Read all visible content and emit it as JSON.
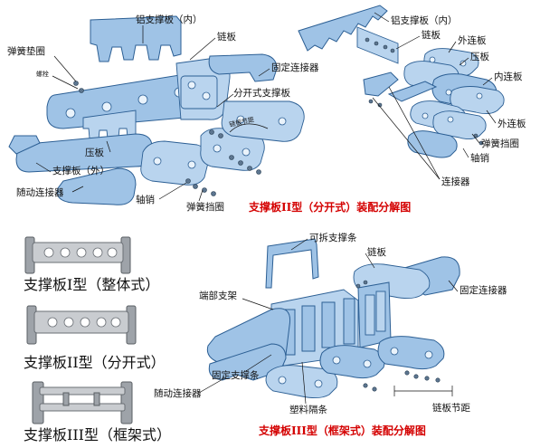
{
  "diagram1": {
    "labels": {
      "aluminum_plate": "铝支撑板（内）",
      "link_plate": "链板",
      "spring_washer": "弹簧垫圈",
      "bolt": "螺栓",
      "split_support": "分开式支撑板",
      "fixed_connector": "固定连接器",
      "pressure_plate": "压板",
      "support_outer": "支撑板（外）",
      "moving_connector": "随动连接器",
      "pin": "轴销",
      "spring_ring": "弹簧挡圈",
      "pitch": "链板节距"
    }
  },
  "diagram2": {
    "labels": {
      "aluminum_plate": "铝支撑板（内）",
      "link_plate": "链板",
      "outer_link": "外连板",
      "pressure_plate": "压板",
      "inner_link": "内连板",
      "outer_link2": "外连板",
      "spring_ring": "弹簧挡圈",
      "pin": "轴销",
      "connector": "连接器"
    },
    "caption": "支撑板II型（分开式）装配分解图"
  },
  "photos": [
    {
      "caption": "支撑板I型（整体式）"
    },
    {
      "caption": "支撑板II型（分开式）"
    },
    {
      "caption": "支撑板III型（框架式）"
    }
  ],
  "diagram3": {
    "labels": {
      "detachable_bar": "可拆支撑条",
      "link_plate": "链板",
      "end_frame": "端部支架",
      "fixed_connector": "固定连接器",
      "fixed_bar": "固定支撑条",
      "moving_connector": "随动连接器",
      "plastic_divider": "塑料隔条",
      "pitch": "链板节距"
    },
    "caption": "支撑板III型（框架式）装配分解图"
  },
  "colors": {
    "part": "#9fc3e6",
    "outline": "#2c5f94",
    "caption_red": "#d40000",
    "metal": "#c9ccd0"
  }
}
